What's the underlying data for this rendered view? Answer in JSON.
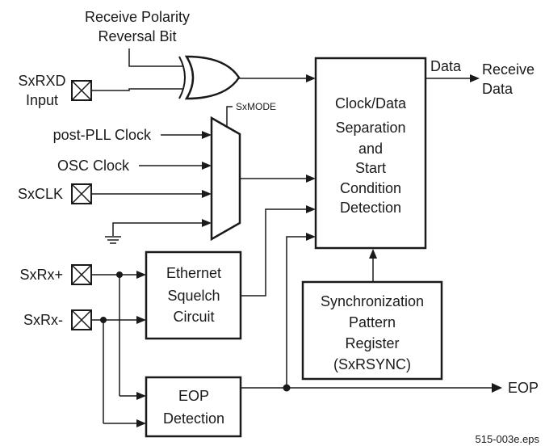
{
  "inputs": {
    "polarity_line1": "Receive Polarity",
    "polarity_line2": "Reversal Bit",
    "sxrxd_line1": "SxRXD",
    "sxrxd_line2": "Input",
    "post_pll": "post-PLL Clock",
    "osc": "OSC Clock",
    "sxclk": "SxCLK",
    "sxmode": "SxMODE",
    "sxrx_plus": "SxRx+",
    "sxrx_minus": "SxRx-"
  },
  "blocks": {
    "clock_data": [
      "Clock/Data",
      "Separation",
      "and",
      "Start",
      "Condition",
      "Detection"
    ],
    "ethernet": [
      "Ethernet",
      "Squelch",
      "Circuit"
    ],
    "sync": [
      "Synchronization",
      "Pattern",
      "Register",
      "(SxRSYNC)"
    ],
    "eop_detect": [
      "EOP",
      "Detection"
    ]
  },
  "outputs": {
    "data": "Data",
    "receive_line1": "Receive",
    "receive_line2": "Data",
    "eop": "EOP"
  },
  "figure_id": "515-003e.eps"
}
